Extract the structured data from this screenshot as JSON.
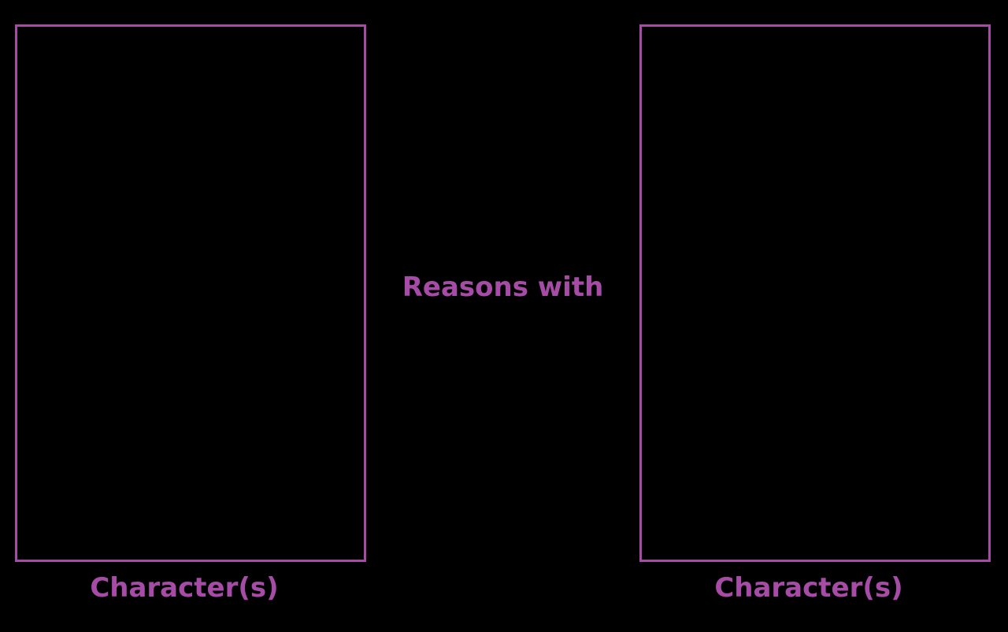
{
  "colors": {
    "background": "#000000",
    "accent": "#a64ca6"
  },
  "left_panel": {
    "caption": "Character(s)"
  },
  "connector": {
    "text": "Reasons with"
  },
  "right_panel": {
    "caption": "Character(s)"
  }
}
